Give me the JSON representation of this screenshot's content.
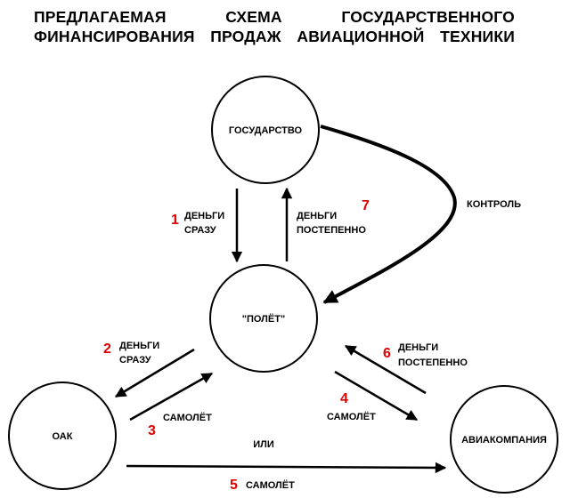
{
  "title": {
    "line1": [
      "ПРЕДЛАГАЕМАЯ",
      "СХЕМА",
      "ГОСУДАРСТВЕННОГО"
    ],
    "line2": [
      "ФИНАНСИРОВАНИЯ",
      "ПРОДАЖ",
      "АВИАЦИОННОЙ",
      "ТЕХНИКИ"
    ]
  },
  "nodes": {
    "state": "ГОСУДАРСТВО",
    "polet": "\"ПОЛЁТ\"",
    "oak": "ОАК",
    "airline": "АВИАКОМПАНИЯ"
  },
  "edges": {
    "e1": {
      "num": "1",
      "line1": "ДЕНЬГИ",
      "line2": "СРАЗУ"
    },
    "e7": {
      "num": "7",
      "line1": "ДЕНЬГИ",
      "line2": "ПОСТЕПЕННО"
    },
    "control": "КОНТРОЛЬ",
    "e2": {
      "num": "2",
      "line1": "ДЕНЬГИ",
      "line2": "СРАЗУ"
    },
    "e6": {
      "num": "6",
      "line1": "ДЕНЬГИ",
      "line2": "ПОСТЕПЕННО"
    },
    "e3": {
      "num": "3",
      "label": "САМОЛЁТ"
    },
    "e4": {
      "num": "4",
      "label": "САМОЛЁТ"
    },
    "or": "ИЛИ",
    "e5": {
      "num": "5",
      "label": "САМОЛЁТ"
    }
  },
  "colors": {
    "stroke": "#000000",
    "step_number": "#e00000"
  }
}
